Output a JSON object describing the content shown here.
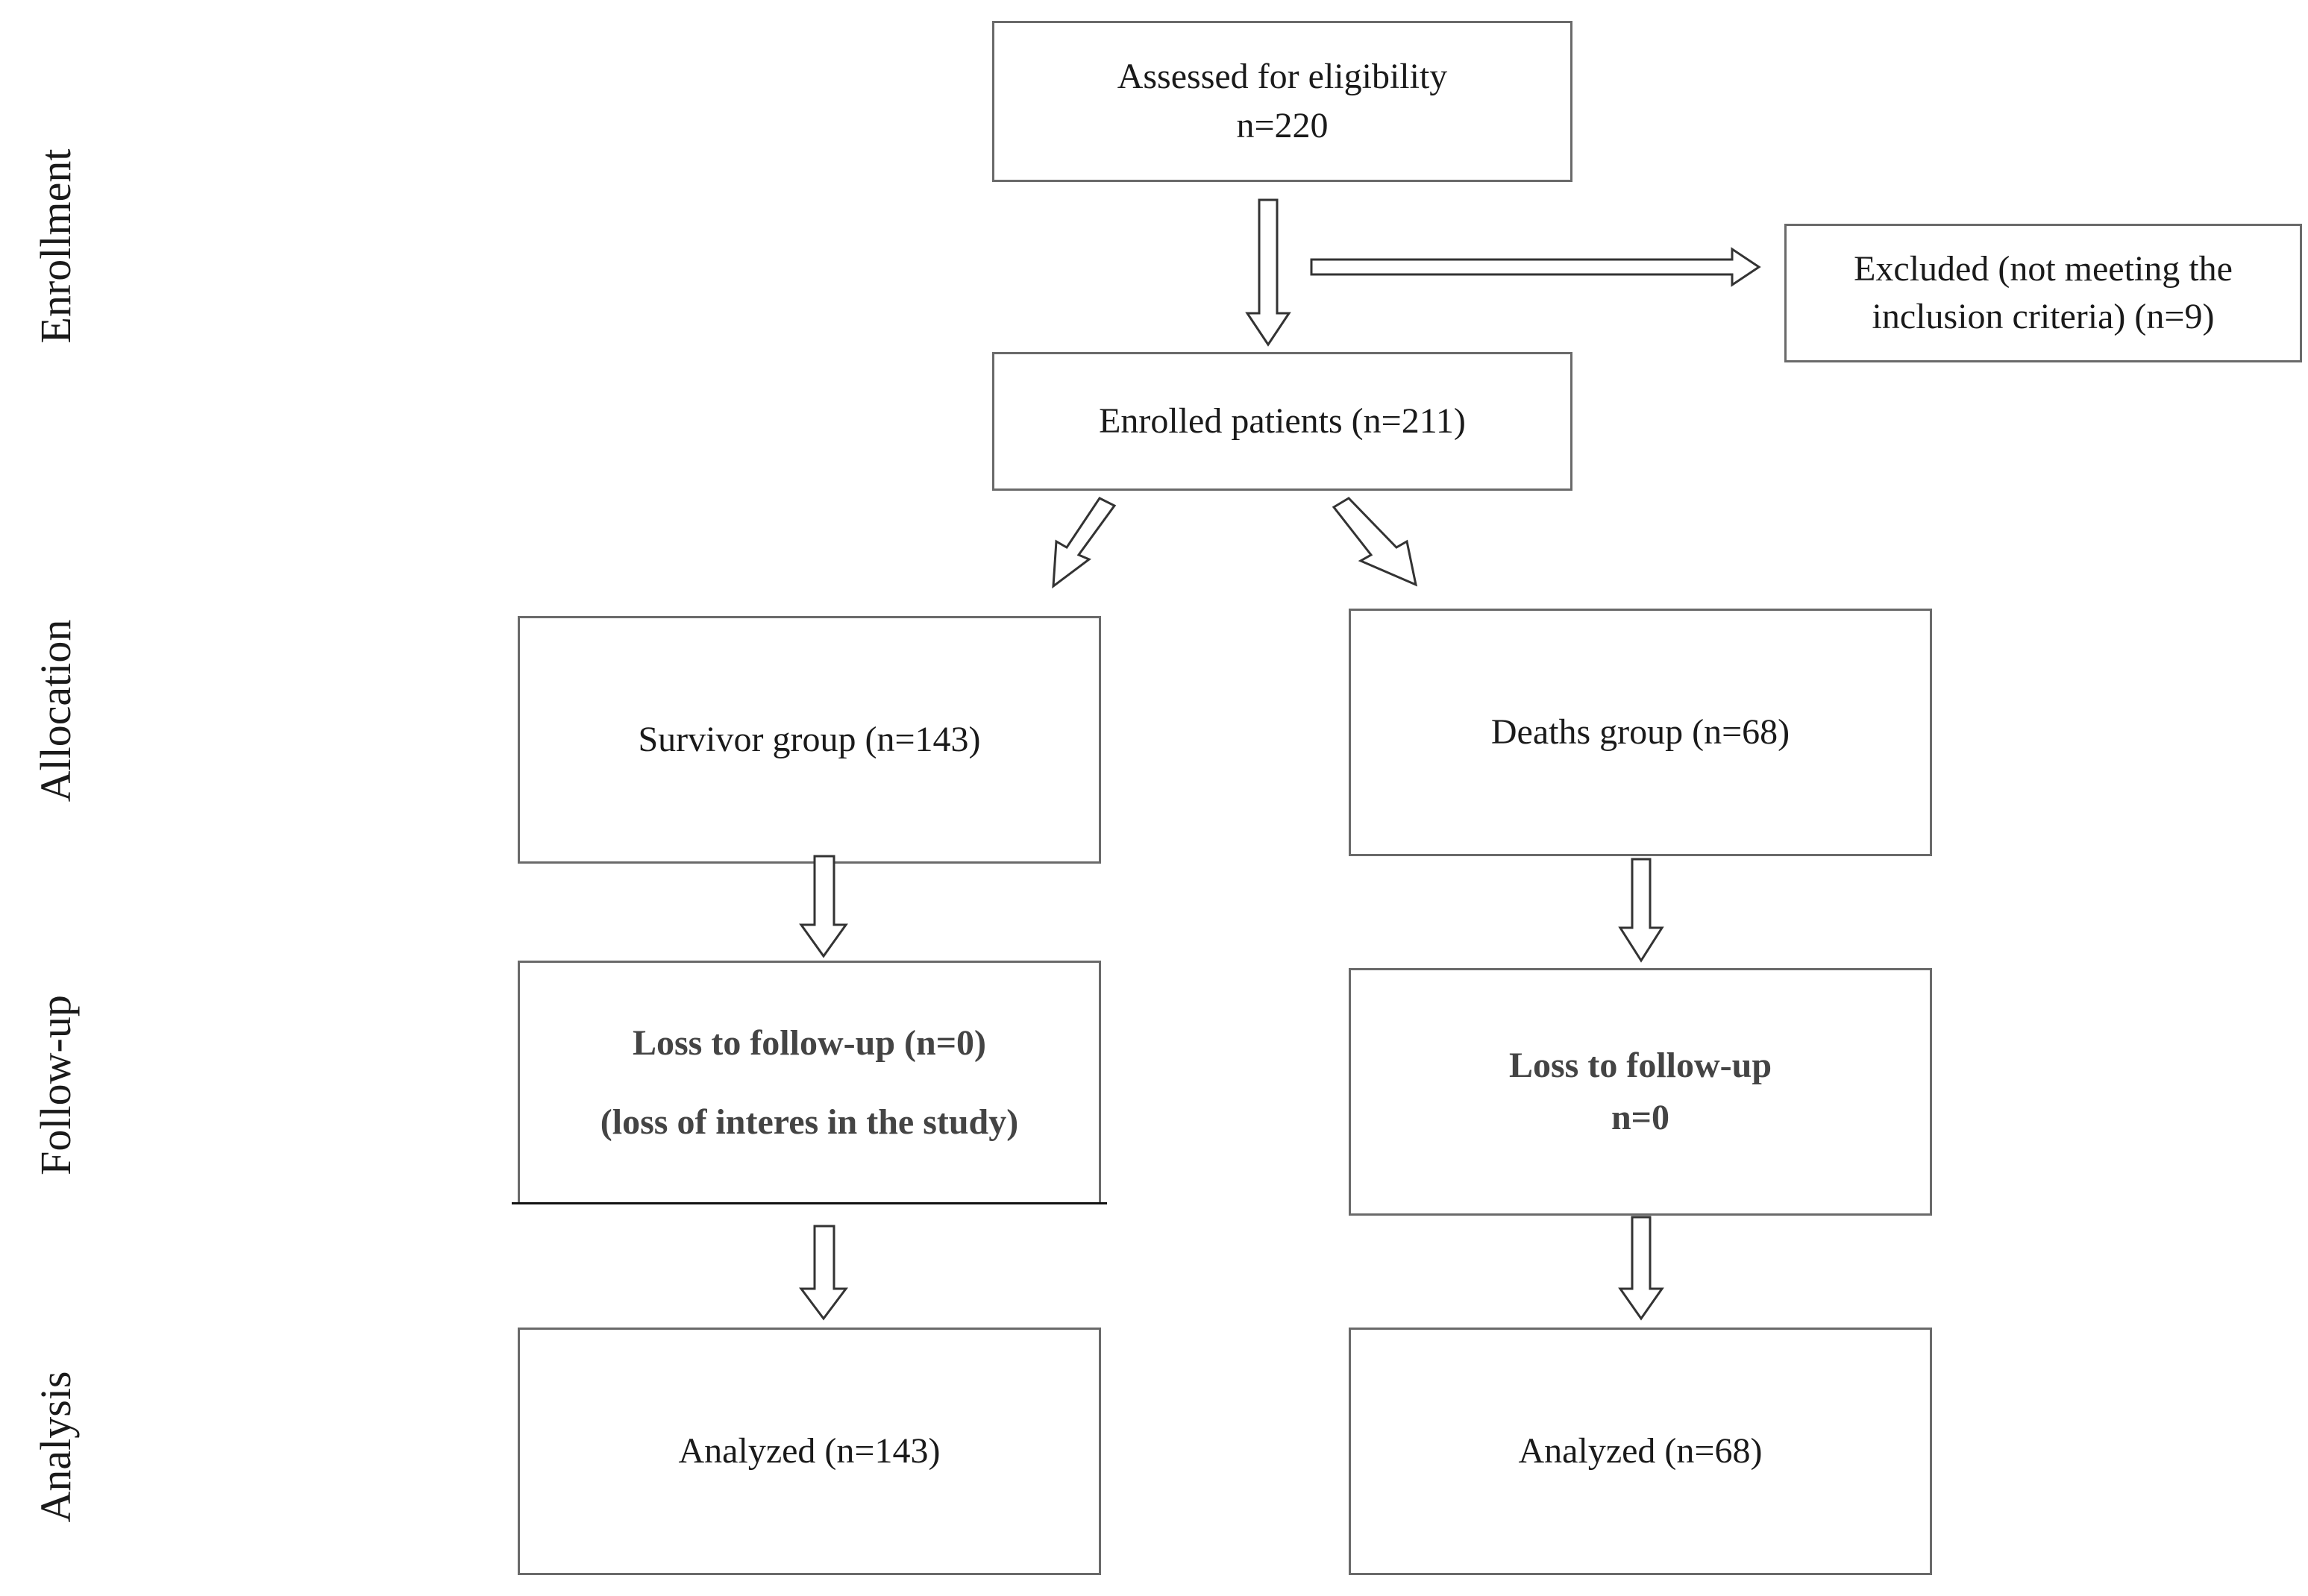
{
  "stages": {
    "enrollment": "Enrollment",
    "allocation": "Allocation",
    "followup": "Follow-up",
    "analysis": "Analysis"
  },
  "boxes": {
    "assessed": {
      "line1": "Assessed for eligibility",
      "line2": "n=220"
    },
    "excluded": {
      "line1": "Excluded (not meeting the",
      "line2": "inclusion criteria) (n=9)"
    },
    "enrolled": {
      "line1": "Enrolled patients (n=211)"
    },
    "survivor": {
      "line1": "Survivor group (n=143)"
    },
    "deaths": {
      "line1": "Deaths group (n=68)"
    },
    "followup_survivor": {
      "line1": "Loss to follow-up (n=0)",
      "line2": "(loss of interes in the study)"
    },
    "followup_deaths": {
      "line1": "Loss to follow-up",
      "line2": "n=0"
    },
    "analyzed_survivor": {
      "line1": "Analyzed (n=143)"
    },
    "analyzed_deaths": {
      "line1": "Analyzed (n=68)"
    }
  }
}
